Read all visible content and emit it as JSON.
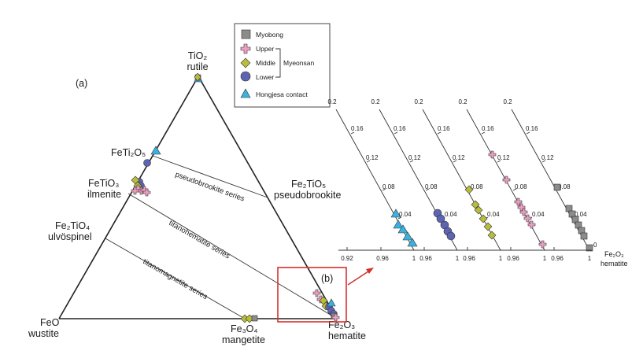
{
  "panel_labels": {
    "a": "(a)",
    "b": "(b)"
  },
  "vertices": {
    "top": {
      "formula": "TiO₂",
      "name": "rutile"
    },
    "left": {
      "formula": "FeO",
      "name": "wustite"
    },
    "right": {
      "formula": "Fe₂O₃",
      "name": "hematite"
    }
  },
  "left_edge_labels": [
    {
      "formula": "FeTi₂O₅",
      "name": ""
    },
    {
      "formula": "FeTiO₃",
      "name": "ilmenite"
    },
    {
      "formula": "Fe₂TiO₄",
      "name": "ulvöspinel"
    }
  ],
  "right_edge_label": {
    "formula": "Fe₂TiO₅",
    "name": "pseudobrookite"
  },
  "bottom_edge_label": {
    "formula": "Fe₃O₄",
    "name": "mangetite"
  },
  "series_labels": {
    "pseudobrookite": "pseudobrookite series",
    "titanohematite": "titanohematite series",
    "titanomagnetite": "titanomagnetite series"
  },
  "legend": {
    "group": "Myeonsan",
    "items": [
      {
        "key": "myobong",
        "label": "Myobong",
        "shape": "square",
        "color": "#8c8c8c"
      },
      {
        "key": "upper",
        "label": "Upper",
        "shape": "cross",
        "color": "#ee9fc4"
      },
      {
        "key": "middle",
        "label": "Middle",
        "shape": "diamond",
        "color": "#b9bd3a"
      },
      {
        "key": "lower",
        "label": "Lower",
        "shape": "circle",
        "color": "#5d64b1"
      },
      {
        "key": "hongjesa",
        "label": "Hongjesa contact",
        "shape": "triangle",
        "color": "#3ab2df"
      }
    ]
  },
  "zoom_axis": {
    "x_ticks": [
      "0.92",
      "0.96",
      "1"
    ],
    "y_ticks": [
      "0.2",
      "0.16",
      "0.12",
      "0.08",
      "0.04"
    ],
    "end_tick": "0",
    "end_formula": "Fe₂O₃",
    "end_name": "hematite"
  }
}
